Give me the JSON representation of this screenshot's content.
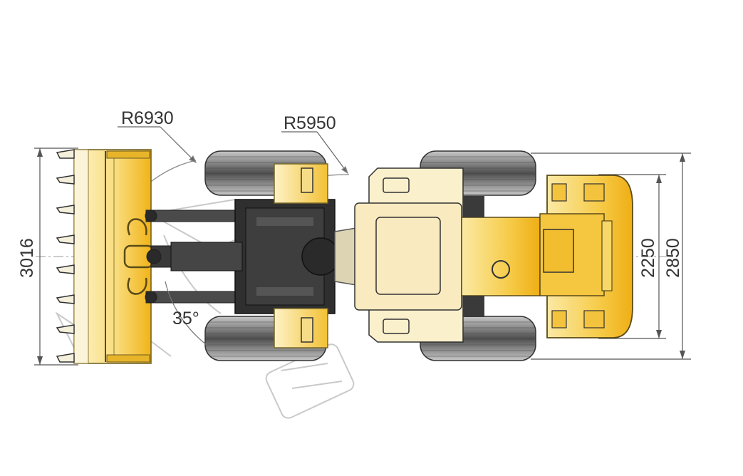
{
  "labels": {
    "radius_outer": "R6930",
    "radius_inner": "R5950",
    "overall_width": "3016",
    "tread_width": "2250",
    "body_width": "2850",
    "articulation_angle": "35°"
  },
  "colors": {
    "yellow": "#f3be2c",
    "yellow_light": "#fbe7a0",
    "cream": "#fbefc8",
    "dark": "#2e2e2e",
    "tire": "#6d6d6d",
    "line": "#555555"
  }
}
